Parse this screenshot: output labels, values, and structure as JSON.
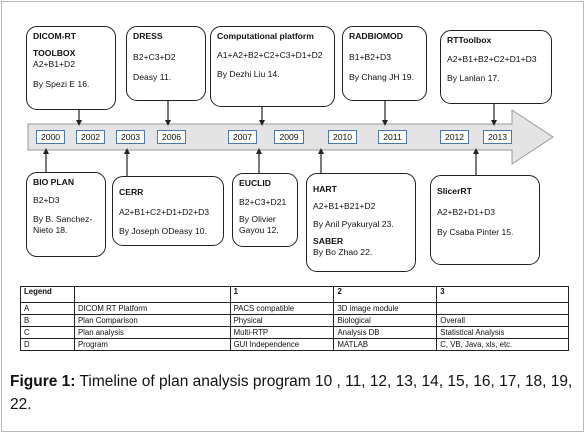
{
  "cards": [
    {
      "id": "dicom",
      "title": "DICOM-RT",
      "lines": [
        "TOOLBOX",
        "A2+B1+D2",
        "By Spezi E 16."
      ]
    },
    {
      "id": "dress",
      "title": "DRESS",
      "lines": [
        "B2+C3+D2",
        "Deasy 11."
      ]
    },
    {
      "id": "comp",
      "title": "Computational platform",
      "lines": [
        "A1+A2+B2+C2+C3+D1+D2",
        "By Dezhi Liu 14."
      ]
    },
    {
      "id": "radbiomod",
      "title": "RADBIOMOD",
      "lines": [
        "B1+B2+D3",
        "By Chang JH 19."
      ]
    },
    {
      "id": "rttoolbox",
      "title": "RTToolbox",
      "lines": [
        "A2+B1+B2+C2+D1+D3",
        "By Lanlan 17."
      ]
    },
    {
      "id": "bioplan",
      "title": "BIO PLAN",
      "lines": [
        "B2+D3",
        "By B. Sanchez-",
        "Nieto 18."
      ]
    },
    {
      "id": "cerr",
      "title": "CERR",
      "lines": [
        "A2+B1+C2+D1+D2+D3",
        "By Joseph ODeasy 10."
      ]
    },
    {
      "id": "euclid",
      "title": "EUCLID",
      "lines": [
        "B2+C3+D21",
        "By Olivier",
        "Gayou 12."
      ]
    },
    {
      "id": "hart",
      "title": "HART",
      "lines": [
        "A2+B1+B21+D2",
        "By Anil Pyakuryal 23.",
        "SABER",
        "By Bo Zhao 22."
      ]
    },
    {
      "id": "slicerrt",
      "title": "SlicerRT",
      "lines": [
        "A2+B2+D1+D3",
        "By Csaba Pinter 15."
      ]
    }
  ],
  "years": [
    "2000",
    "2002",
    "2003",
    "2006",
    "2007",
    "2009",
    "2010",
    "2011",
    "2012",
    "2013"
  ],
  "legend": {
    "header": [
      "Legend",
      "",
      "1",
      "2",
      "3"
    ],
    "rows": [
      [
        "A",
        "DICOM RT Platform",
        "PACS compatible",
        "3D image module",
        ""
      ],
      [
        "B",
        "Plan Comparison",
        "Physical",
        "Biological",
        "Overall"
      ],
      [
        "C",
        "Plan analysis",
        "Multi-RTP",
        "Analysis DB",
        "Statistical Analysis"
      ],
      [
        "D",
        "Program",
        "GUI Independence",
        "MATLAB",
        "C, VB, Java, xls, etc."
      ]
    ]
  },
  "caption": {
    "label": "Figure 1:",
    "text": " Timeline of plan analysis program 10 , 11, 12, 13, 14, 15, 16, 17, 18, 19, 22."
  },
  "colors": {
    "arrow_fill": "#e4e4e4",
    "year_border": "#4a78b0",
    "line": "#222222"
  }
}
